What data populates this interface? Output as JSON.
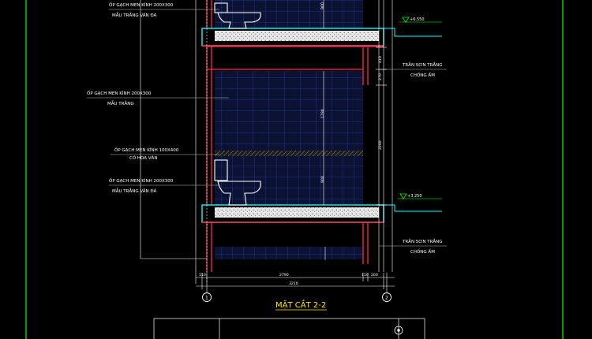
{
  "drawing": {
    "title": "MẶT CẮT 2-2",
    "colors": {
      "background": "#000000",
      "frame": "#00ff00",
      "wall": "#ff2a4a",
      "slab_outline": "#00ffff",
      "tile_grid": "#2a3a9a",
      "tile_fill": "#0b1233",
      "leader": "#bfbfbf",
      "dim": "#ffffff",
      "title": "#ffe600",
      "fixture": "#ffffff"
    },
    "labels": {
      "top_tile": "ỐP GẠCH MEN KÍNH 200X300",
      "top_tile_color": "MẪU TRẮNG VÂN ĐÁ",
      "mid_tile": "ỐP GẠCH MEN KÍNH 200X300",
      "mid_tile_color": "MẪU TRẮNG",
      "border_tile": "ỐP GẠCH MEN KÍNH 100X400",
      "border_tile_color": "CÓ HOA VĂN",
      "low_tile": "ỐP GẠCH MEN KÍNH 200X300",
      "low_tile_color": "MẪU TRẮNG VÂN ĐÁ",
      "ceiling_1": "TRẦN SƠN TRẮNG",
      "ceiling_1_note": "CHỐNG ẨM",
      "ceiling_2": "TRẦN SƠN TRẮNG",
      "ceiling_2_note": "CHỐNG ẨM"
    },
    "levels": {
      "upper": "+6.550",
      "lower": "+3.250"
    },
    "dimensions": {
      "d_410": "410",
      "d_270": "270",
      "d_1790": "1790",
      "d_2200": "2200",
      "d_900": "900",
      "d_2790": "2790",
      "d_110a": "110",
      "d_110b": "110",
      "d_200": "200",
      "d_3210": "3210",
      "d_top": "900"
    },
    "axes": {
      "left": "1",
      "right": "2"
    }
  }
}
